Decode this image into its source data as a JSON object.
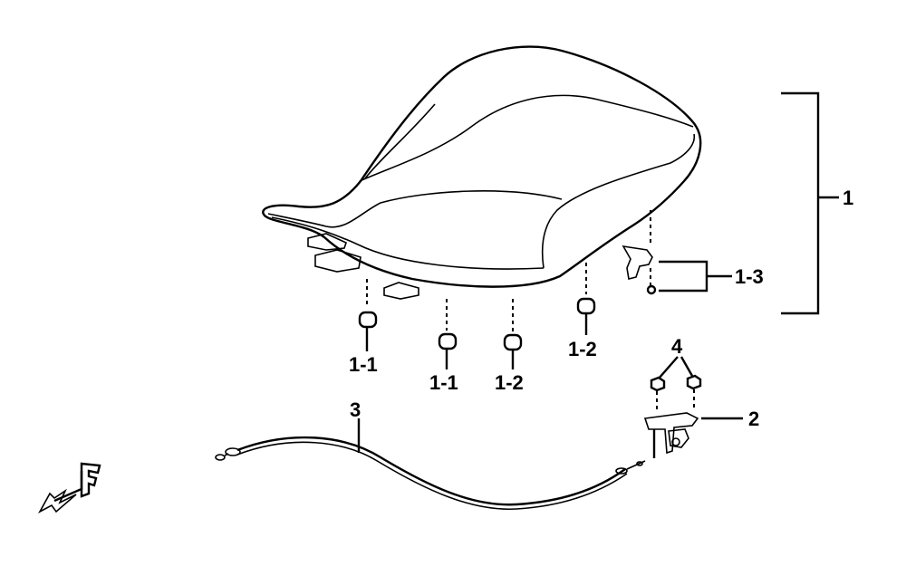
{
  "callouts": {
    "seat_assy": "1",
    "cushion_left": "1-1",
    "cushion_center": "1-1",
    "cushion_mid": "1-2",
    "cushion_right": "1-2",
    "seat_hook": "1-3",
    "seat_lock": "2",
    "lock_cable": "3",
    "bolts": "4"
  },
  "direction_mark": "F"
}
